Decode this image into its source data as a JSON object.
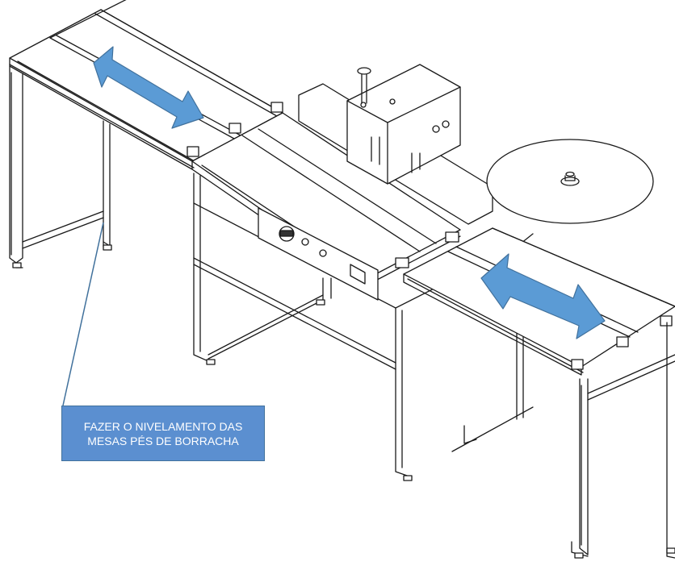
{
  "callout": {
    "line1": "FAZER O NIVELAMENTO DAS",
    "line2": "MESAS PÉS DE BORRACHA"
  },
  "colors": {
    "arrow_fill": "#5b9bd5",
    "arrow_stroke": "#41719c",
    "callout_fill": "#5b8fd0",
    "line": "#1a1a1a"
  },
  "icons": [
    "double-arrow-left-table",
    "double-arrow-right-table",
    "leader-line"
  ]
}
